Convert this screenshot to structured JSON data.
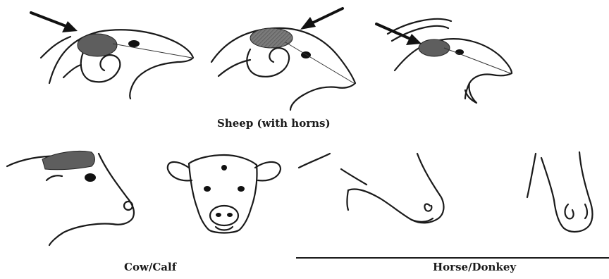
{
  "captions": {
    "sheep": "Sheep (with horns)",
    "cow": "Cow/Calf",
    "horse": "Horse/Donkey"
  },
  "colors": {
    "ink": "#1a1a1a",
    "brain_shading": "#5e5e5e",
    "background": "#ffffff"
  },
  "figures": [
    {
      "name": "sheep-head-1",
      "arrow": true
    },
    {
      "name": "sheep-head-2",
      "arrow": true
    },
    {
      "name": "goat-head",
      "arrow": true
    },
    {
      "name": "cow-head-profile",
      "arrow": false
    },
    {
      "name": "calf-head-front",
      "arrow": false
    },
    {
      "name": "horse-head-profile",
      "arrow": false
    },
    {
      "name": "donkey-head-front",
      "arrow": false
    }
  ]
}
